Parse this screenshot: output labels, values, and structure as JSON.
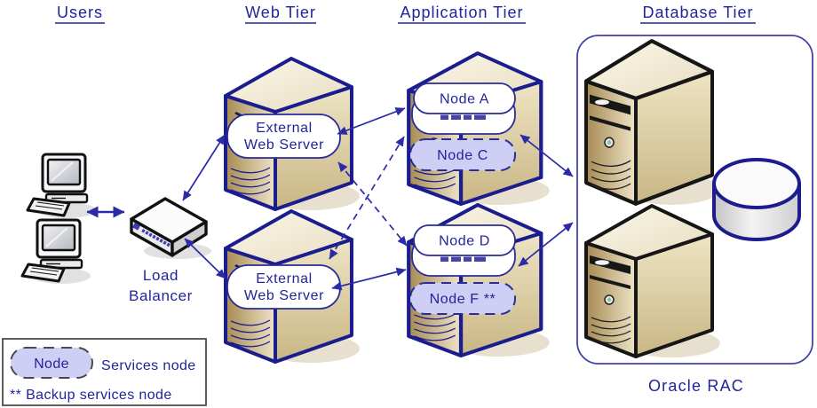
{
  "headers": {
    "users": "Users",
    "web_tier": "Web Tier",
    "application_tier": "Application Tier",
    "database_tier": "Database Tier"
  },
  "load_balancer": {
    "line1": "Load",
    "line2": "Balancer"
  },
  "web_servers": {
    "top": {
      "line1": "External",
      "line2": "Web Server"
    },
    "bottom": {
      "line1": "External",
      "line2": "Web Server"
    }
  },
  "app_servers": {
    "top": {
      "service_node": "Node A",
      "backup_node": "Node C"
    },
    "bottom": {
      "service_node": "Node D",
      "backup_node": "Node F **"
    }
  },
  "database": {
    "label": "Oracle RAC"
  },
  "legend": {
    "node_sample": "Node",
    "services_node": "Services node",
    "backup_note": "** Backup services node"
  },
  "colors": {
    "text_navy": "#23239c",
    "outline_navy": "#1b1c8e",
    "arrow_navy": "#2b2ba8",
    "backup_node_fill": "#cfcef4",
    "server_tan": "#d9cba2",
    "legend_border": "#4d4d4d"
  }
}
